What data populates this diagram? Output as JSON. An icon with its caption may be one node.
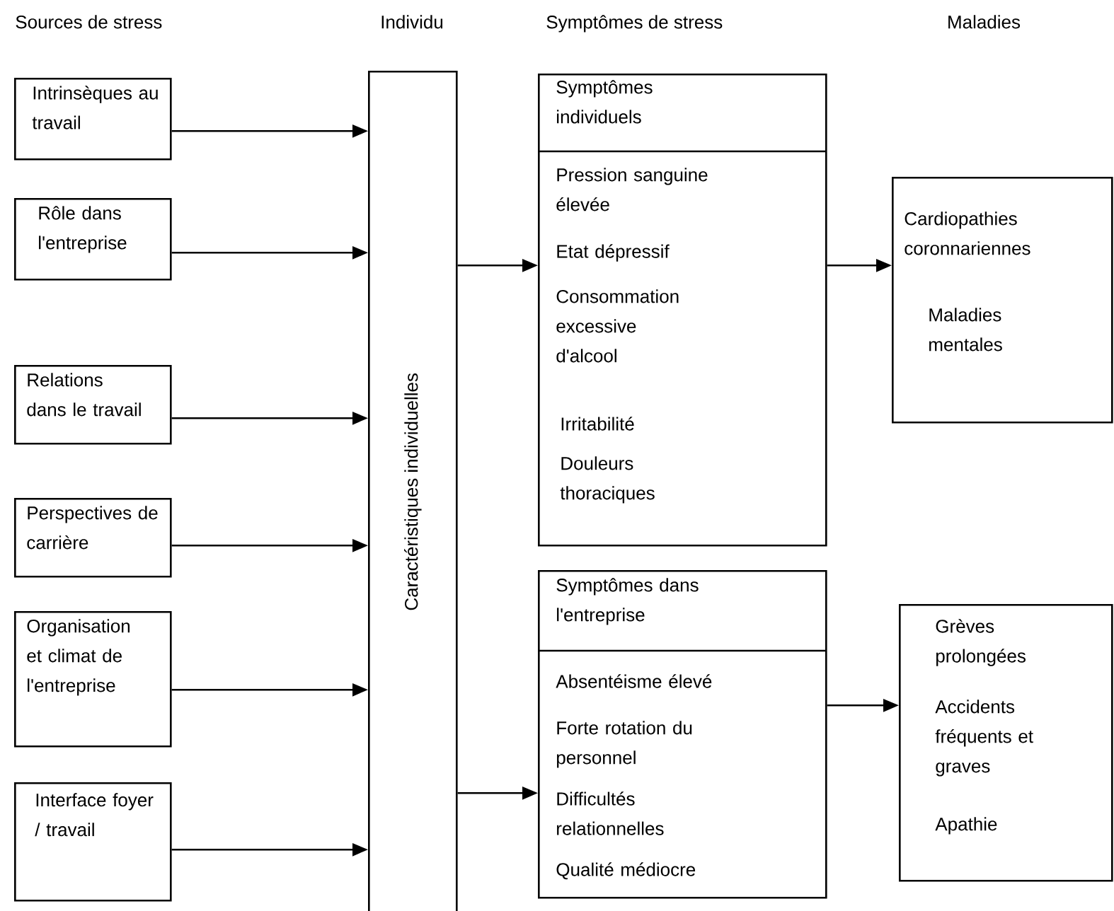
{
  "diagram": {
    "nodes": [
      {
        "text": [
          "Intrinsèques au travail"
        ]
      },
      {
        "text": [
          "Rôle dans l'entreprise"
        ]
      },
      {
        "text": [
          "Relations dans le travail"
        ]
      },
      {
        "text": [
          "Perspectives de carrière"
        ]
      },
      {
        "text": [
          "Organisation et climat de l'entreprise"
        ]
      },
      {
        "text": [
          "Interface foyer / travail"
        ]
      },
      {
        "text": [
          "Caractéristiques individuelles"
        ]
      },
      {
        "text": [
          "Symptômes individuels",
          "Pression sanguine élevée",
          "Etat dépressif",
          "Consommation excessive d'alcool",
          "Irritabilité",
          "Douleurs thoraciques"
        ]
      },
      {
        "text": [
          "Symptômes dans l'entreprise",
          "Absentéisme élevé",
          "Forte rotation du personnel",
          "Difficultés relationnelles",
          "Qualité médiocre"
        ]
      },
      {
        "text": [
          "Cardiopathies coronnariennes",
          "Maladies mentales"
        ]
      },
      {
        "text": [
          "Grèves prolongées",
          "Accidents fréquents et graves",
          "Apathie"
        ]
      }
    ],
    "edges": [
      {
        "from": 0,
        "to": 6,
        "arrow": "to"
      },
      {
        "from": 1,
        "to": 6,
        "arrow": "to"
      },
      {
        "from": 2,
        "to": 6,
        "arrow": "to"
      },
      {
        "from": 3,
        "to": 6,
        "arrow": "to"
      },
      {
        "from": 4,
        "to": 6,
        "arrow": "to"
      },
      {
        "from": 5,
        "to": 6,
        "arrow": "to"
      },
      {
        "from": 6,
        "to": 7,
        "arrow": "to"
      },
      {
        "from": 6,
        "to": 8,
        "arrow": "to"
      },
      {
        "from": 7,
        "to": 9,
        "arrow": "to"
      },
      {
        "from": 8,
        "to": 10,
        "arrow": "to"
      }
    ],
    "labels": [
      "Sources de stress",
      "Individu",
      "Symptômes de stress",
      "Maladies"
    ]
  }
}
